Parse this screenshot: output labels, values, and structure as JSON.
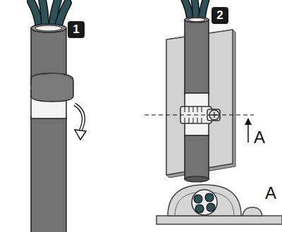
{
  "diagram": {
    "labels": [
      "1",
      "2",
      "A",
      "A"
    ]
  }
}
